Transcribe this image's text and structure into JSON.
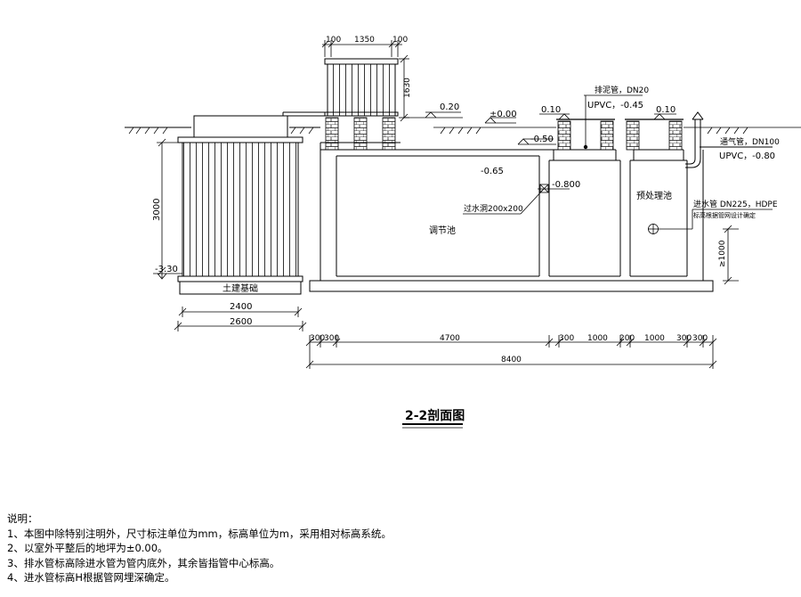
{
  "title": "2-2剖面图",
  "labels": {
    "foundation": "土建基础",
    "regulating_tank": "调节池",
    "pretreatment_tank": "预处理池",
    "sludge_pipe": "排泥管，DN20",
    "sludge_pipe_spec": "UPVC，-0.45",
    "vent_pipe": "通气管，DN100",
    "vent_pipe_spec": "UPVC，-0.80",
    "inlet_pipe": "进水管 DN225，HDPE",
    "inlet_pipe_note": "标高根据管网设计确定",
    "overflow_hole": "过水洞200x200"
  },
  "elevations": {
    "e020": "0.20",
    "e000": "±0.00",
    "e010a": "0.10",
    "e010b": "0.10",
    "em050": "-0.50",
    "em065": "-0.65",
    "em0800": "-0.800",
    "em330": "-3.30",
    "ge1000": "≥1000"
  },
  "dims": {
    "d100a": "100",
    "d1350": "1350",
    "d100b": "100",
    "d1630": "1630",
    "d3000": "3000",
    "d2400": "2400",
    "d2600": "2600",
    "d300a": "300",
    "d300b": "300",
    "d4700": "4700",
    "d300c": "300",
    "d1000a": "1000",
    "d200": "200",
    "d1000b": "1000",
    "d300d": "300",
    "d300e": "300",
    "d8400": "8400"
  },
  "notes": {
    "heading": "说明：",
    "items": [
      "1、本图中除特别注明外，尺寸标注单位为mm，标高单位为m，采用相对标高系统。",
      "2、以室外平整后的地坪为±0.00。",
      "3、排水管标高除进水管为管内底外，其余皆指管中心标高。",
      "4、进水管标高H根据管网埋深确定。"
    ]
  }
}
